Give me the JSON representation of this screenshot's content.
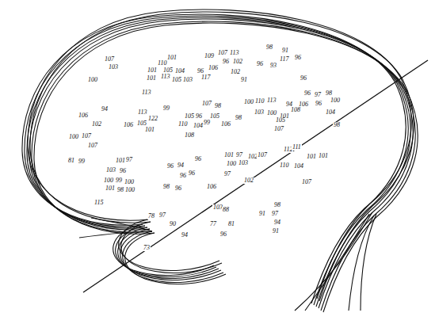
{
  "diagram": {
    "labels": [
      "98",
      "91",
      "109",
      "107",
      "113",
      "117",
      "96",
      "107",
      "101",
      "110",
      "96",
      "102",
      "96",
      "93",
      "103",
      "106",
      "101",
      "105",
      "104",
      "96",
      "102",
      "100",
      "101",
      "113",
      "105",
      "103",
      "117",
      "91",
      "96",
      "113",
      "96",
      "97",
      "98",
      "100",
      "107",
      "98",
      "100",
      "110",
      "113",
      "94",
      "106",
      "96",
      "94",
      "113",
      "99",
      "104",
      "106",
      "122",
      "105",
      "96",
      "105",
      "98",
      "103",
      "100",
      "101",
      "108",
      "102",
      "105",
      "110",
      "104",
      "99",
      "106",
      "105",
      "98",
      "106",
      "101",
      "100",
      "107",
      "108",
      "107",
      "107",
      "81",
      "99",
      "101",
      "97",
      "96",
      "101",
      "97",
      "102",
      "107",
      "112",
      "111",
      "101",
      "101",
      "100",
      "103",
      "110",
      "104",
      "96",
      "94",
      "103",
      "96",
      "96",
      "96",
      "97",
      "102",
      "107",
      "100",
      "99",
      "100",
      "101",
      "98",
      "100",
      "115",
      "98",
      "96",
      "106",
      "103",
      "88",
      "98",
      "91",
      "97",
      "94",
      "91",
      "97",
      "78",
      "90",
      "77",
      "81",
      "96",
      "94",
      "73"
    ]
  }
}
